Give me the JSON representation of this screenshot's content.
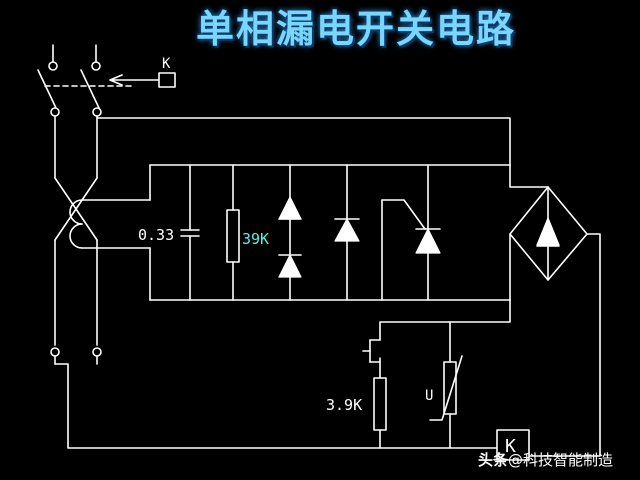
{
  "title": "单相漏电开关电路",
  "labels": {
    "relay_top": "K",
    "capacitor": "0.33",
    "resistor_main": "39K",
    "resistor_test": "3.9K",
    "varistor": "U",
    "relay_coil": "K"
  },
  "watermark": {
    "brand": "头条",
    "handle": "@科技智能制造"
  },
  "colors": {
    "wire": "#ffffff",
    "diode_fill": "#ffffff",
    "text_cyan": "#5cf0e0",
    "title": "#79d6ff"
  }
}
